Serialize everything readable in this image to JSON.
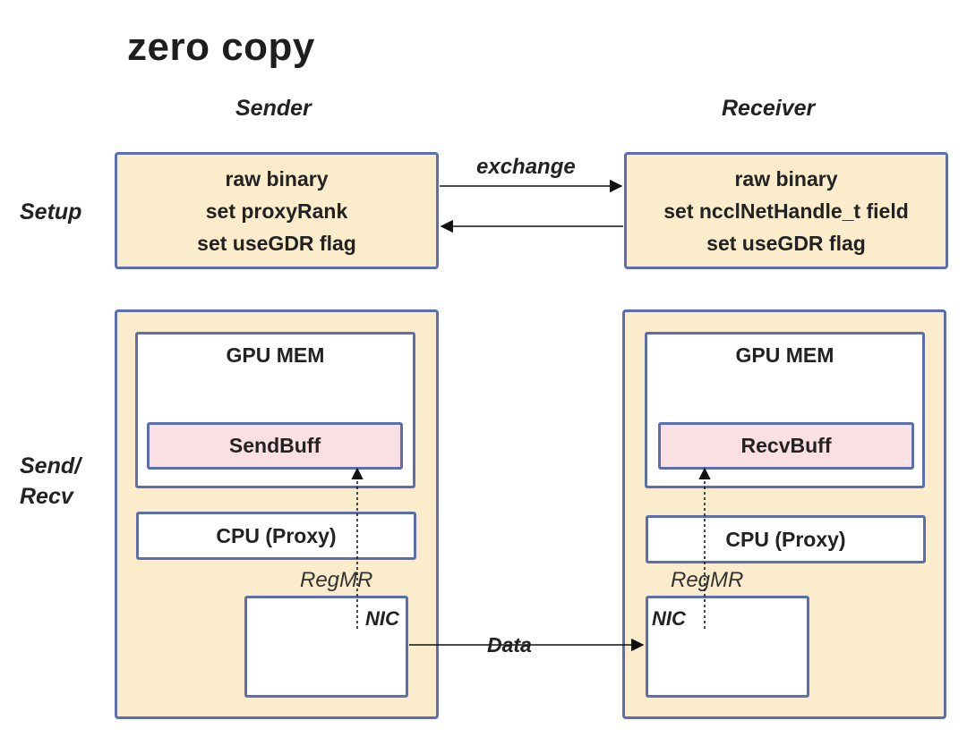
{
  "title": "zero copy",
  "columns": {
    "sender": "Sender",
    "receiver": "Receiver"
  },
  "rows": {
    "setup": "Setup",
    "sendrecv_line1": "Send/",
    "sendrecv_line2": "Recv"
  },
  "setup": {
    "sender_lines": [
      "raw binary",
      "set proxyRank",
      "set useGDR flag"
    ],
    "receiver_lines": [
      "raw binary",
      "set ncclNetHandle_t field",
      "set useGDR flag"
    ],
    "exchange_label": "exchange"
  },
  "sender": {
    "gpu_mem": "GPU MEM",
    "buffer": "SendBuff",
    "cpu": "CPU (Proxy)",
    "regmr": "RegMR",
    "nic": "NIC"
  },
  "receiver": {
    "gpu_mem": "GPU MEM",
    "buffer": "RecvBuff",
    "cpu": "CPU (Proxy)",
    "regmr": "RegMR",
    "nic": "NIC"
  },
  "data_label": "Data",
  "colors": {
    "box_fill": "#fbeccb",
    "buffer_fill": "#fbe0e3",
    "border": "#5b6fb0"
  }
}
